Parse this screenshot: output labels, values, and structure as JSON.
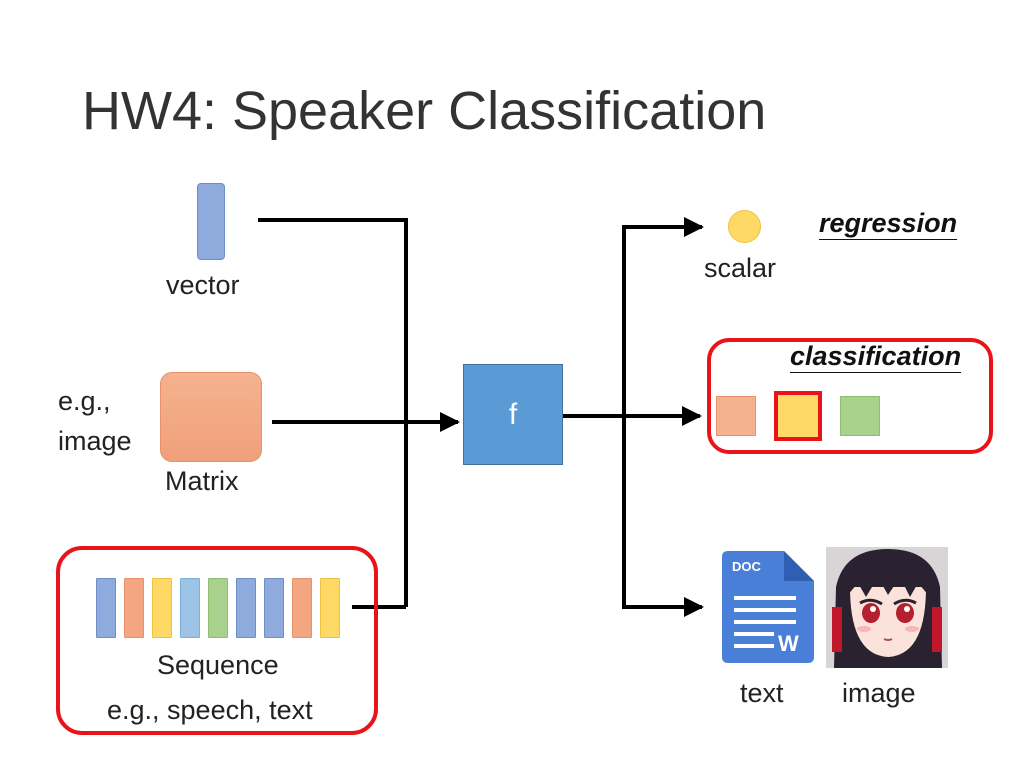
{
  "title": "HW4: Speaker Classification",
  "inputs": {
    "vector_label": "vector",
    "matrix_example": "e.g., image",
    "matrix_example_line1": "e.g.,",
    "matrix_example_line2": "image",
    "matrix_label": "Matrix",
    "sequence_label": "Sequence",
    "sequence_example": "e.g., speech, text"
  },
  "model": {
    "label": "f"
  },
  "outputs": {
    "regression_title": "regression",
    "scalar_label": "scalar",
    "classification_title": "classification",
    "text_label": "text",
    "image_label": "image",
    "doc_icon_text": "DOC",
    "doc_icon_letter": "W"
  },
  "colors": {
    "highlight": "#e8141a",
    "f_box": "#5b9bd5",
    "sequence_bars": [
      "#8faadc",
      "#f4a582",
      "#ffd966",
      "#9dc3e6",
      "#a9d18e",
      "#8faadc",
      "#8faadc",
      "#f4a582",
      "#ffd966"
    ],
    "class_squares": [
      "#f4b28f",
      "#ffd966",
      "#a9d18e"
    ]
  }
}
